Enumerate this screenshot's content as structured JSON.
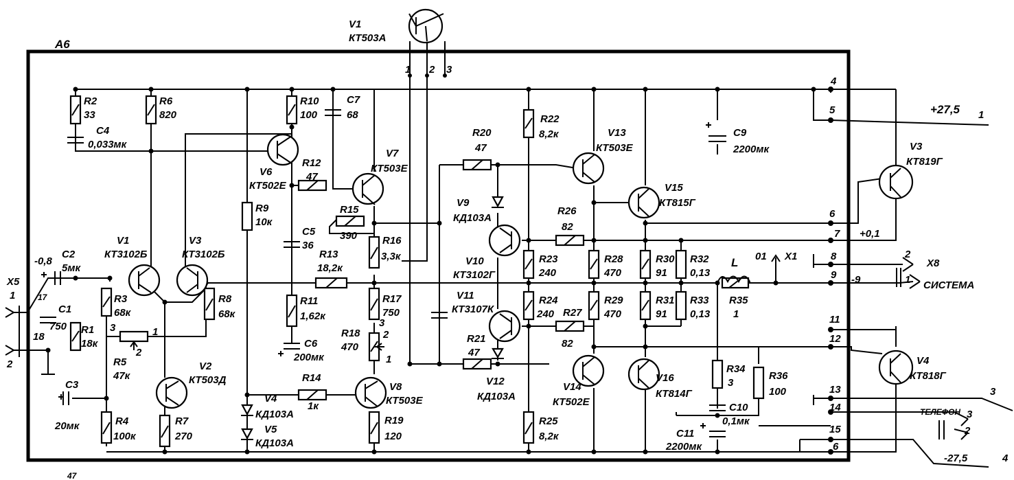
{
  "board": {
    "name": "A6",
    "bottom_mark": "47"
  },
  "components": {
    "R2": {
      "ref": "R2",
      "value": "33"
    },
    "R6": {
      "ref": "R6",
      "value": "820"
    },
    "C4": {
      "ref": "C4",
      "value": "0,033мк"
    },
    "R10": {
      "ref": "R10",
      "value": "100"
    },
    "C7": {
      "ref": "C7",
      "value": "68"
    },
    "R12": {
      "ref": "R12",
      "value": "47"
    },
    "V6": {
      "ref": "V6",
      "value": "КТ502Е"
    },
    "V7": {
      "ref": "V7",
      "value": "КТ503Е"
    },
    "R9": {
      "ref": "R9",
      "value": "10к"
    },
    "R15": {
      "ref": "R15",
      "value": "390"
    },
    "C5": {
      "ref": "C5",
      "value": "36"
    },
    "R16": {
      "ref": "R16",
      "value": "3,3к"
    },
    "R13": {
      "ref": "R13",
      "value": "18,2к"
    },
    "R11": {
      "ref": "R11",
      "value": "1,62к"
    },
    "C6": {
      "ref": "C6",
      "value": "200мк"
    },
    "R17": {
      "ref": "R17",
      "value": "750"
    },
    "R18": {
      "ref": "R18",
      "value": "470"
    },
    "R14": {
      "ref": "R14",
      "value": "1к"
    },
    "V8": {
      "ref": "V8",
      "value": "КТ503Е"
    },
    "R19": {
      "ref": "R19",
      "value": "120"
    },
    "V4": {
      "ref": "V4",
      "value": "КД103А"
    },
    "V5": {
      "ref": "V5",
      "value": "КД103А"
    },
    "V1": {
      "ref": "V1",
      "value": "КТ3102Б"
    },
    "V3": {
      "ref": "V3",
      "value": "КТ3102Б"
    },
    "R3": {
      "ref": "R3",
      "value": "68к"
    },
    "R8": {
      "ref": "R8",
      "value": "68к"
    },
    "R5": {
      "ref": "R5",
      "value": "47к"
    },
    "V2": {
      "ref": "V2",
      "value": "КТ503Д"
    },
    "R7": {
      "ref": "R7",
      "value": "270"
    },
    "R4": {
      "ref": "R4",
      "value": "100к"
    },
    "C2": {
      "ref": "C2",
      "value": "5мк"
    },
    "C1": {
      "ref": "C1",
      "value": "750"
    },
    "R1": {
      "ref": "R1",
      "value": "18к"
    },
    "C3": {
      "ref": "C3",
      "value": "20мк"
    },
    "R22": {
      "ref": "R22",
      "value": "8,2к"
    },
    "R20": {
      "ref": "R20",
      "value": "47"
    },
    "V13": {
      "ref": "V13",
      "value": "КТ503Е"
    },
    "C9": {
      "ref": "C9",
      "value": "2200мк"
    },
    "V9": {
      "ref": "V9",
      "value": "КД103А"
    },
    "R26": {
      "ref": "R26",
      "value": "82"
    },
    "V15": {
      "ref": "V15",
      "value": "КТ815Г"
    },
    "V10": {
      "ref": "V10",
      "value": "КТ3102Г"
    },
    "V11": {
      "ref": "V11",
      "value": "КТ3107К"
    },
    "R23": {
      "ref": "R23",
      "value": "240"
    },
    "R28": {
      "ref": "R28",
      "value": "470"
    },
    "R30": {
      "ref": "R30",
      "value": "91"
    },
    "R32": {
      "ref": "R32",
      "value": "0,13"
    },
    "R24": {
      "ref": "R24",
      "value": "240"
    },
    "R27": {
      "ref": "R27",
      "value": "82"
    },
    "R29": {
      "ref": "R29",
      "value": "470"
    },
    "R31": {
      "ref": "R31",
      "value": "91"
    },
    "R33": {
      "ref": "R33",
      "value": "0,13"
    },
    "R21": {
      "ref": "R21",
      "value": "47"
    },
    "V12": {
      "ref": "V12",
      "value": "КД103А"
    },
    "V14": {
      "ref": "V14",
      "value": "КТ502Е"
    },
    "V16": {
      "ref": "V16",
      "value": "КТ814Г"
    },
    "R25": {
      "ref": "R25",
      "value": "8,2к"
    },
    "R34": {
      "ref": "R34",
      "value": "3"
    },
    "C10": {
      "ref": "C10",
      "value": "0,1мк"
    },
    "C11": {
      "ref": "C11",
      "value": "2200мк"
    },
    "R36": {
      "ref": "R36",
      "value": "100"
    },
    "R35": {
      "ref": "R35",
      "value": "1"
    },
    "L": {
      "ref": "L"
    },
    "V3ext": {
      "ref": "V3",
      "value": "КТ819Г"
    },
    "V4ext": {
      "ref": "V4",
      "value": "КТ818Г"
    },
    "V1ext": {
      "ref": "V1",
      "value": "КТ503А"
    }
  },
  "labels": {
    "x5": "X5",
    "x5_1": "1",
    "x5_2": "2",
    "n08": "-0,8",
    "c1_18": "18",
    "n17": "17",
    "pot_r5_1": "1",
    "pot_r5_2": "2",
    "pot_r5_3": "3",
    "pot_r18_1": "1",
    "pot_r18_2": "2",
    "pot_r18_3": "3",
    "vt_pin1": "1",
    "vt_pin2": "2",
    "vt_pin3": "3",
    "pin4": "4",
    "pin5": "5",
    "pin6": "6",
    "pin7": "7",
    "pin8": "8",
    "pin9": "9",
    "pin11": "11",
    "pin12": "12",
    "pin13": "13",
    "pin14": "14",
    "pin15": "15",
    "pin16": "6",
    "plus275": "+27,5",
    "plus275_num": "1",
    "plus01": "+0,1",
    "minus9": "-9",
    "x8": "X8",
    "x8_2": "2",
    "x8_1": "1",
    "sistema": "СИСТЕМА",
    "o1": "01",
    "x1": "X1",
    "telefon": "ТЕЛЕФОН",
    "tel3": "3",
    "tel2": "2",
    "out3": "3",
    "minus275": "-27,5",
    "minus275_num": "4"
  }
}
